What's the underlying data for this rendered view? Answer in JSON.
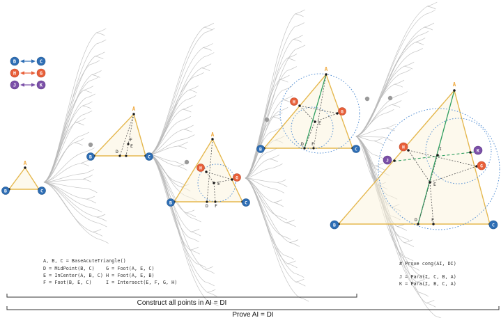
{
  "legend": {
    "pairs": [
      {
        "left": "B",
        "right": "C"
      },
      {
        "left": "H",
        "right": "G"
      },
      {
        "left": "J",
        "right": "K"
      }
    ]
  },
  "points": {
    "A": "A",
    "B": "B",
    "C": "C",
    "D": "D",
    "E": "E",
    "F": "F",
    "G": "G",
    "H": "H",
    "I": "I",
    "J": "J",
    "K": "K"
  },
  "code": {
    "line1": "A, B, C = BaseAcuteTriangle()",
    "col1": [
      "D = MidPoint(B, C)",
      "E = InCenter(A, B, C)",
      "F = Foot(B, E, C)"
    ],
    "col2": [
      "G = Foot(A, E, C)",
      "H = Foot(A, E, B)",
      "I = Intersect(E, F, G, H)"
    ]
  },
  "prove_code": {
    "comment": "# Prove cong(AI, DI)",
    "lines": [
      "J = Para(I, C, B, A)",
      "K = Para(I, B, C, A)"
    ]
  },
  "captions": {
    "construct": "Construct all points in AI = DI",
    "prove": "Prove AI = DI"
  },
  "colors": {
    "blue": "#2e6eb5",
    "orange": "#e8603a",
    "purple": "#7b50a8",
    "gold": "#e5b84f",
    "green": "#2f9e5f",
    "dotted_circle_blue": "#5590d4",
    "branch_gray": "#b8b8b8"
  }
}
